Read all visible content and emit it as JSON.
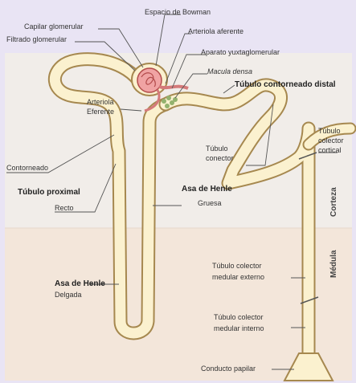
{
  "labels": {
    "capilar_glomerular": "Capilar glomerular",
    "espacio_bowman": "Espacio de Bowman",
    "filtrado_glomerular": "Filtrado glomerular",
    "arteriola_aferente": "Arteriola aferente",
    "aparato_yuxtaglomerular": "Aparato yuxtaglomerular",
    "macula_densa": "Macula densa",
    "tubulo_contorneado_distal": "Túbulo contorneado distal",
    "arteriola_eferente_1": "Arteriola",
    "arteriola_eferente_2": "Eferente",
    "tubulo_conector_1": "Túbulo",
    "tubulo_conector_2": "conector",
    "tubulo_colector_cortical_1": "Túbulo",
    "tubulo_colector_cortical_2": "colector",
    "tubulo_colector_cortical_3": "cortical",
    "contorneado": "Contorneado",
    "tubulo_proximal": "Túbulo proximal",
    "recto": "Recto",
    "asa_henle_gruesa_1": "Asa de Henle",
    "asa_henle_gruesa_2": "Gruesa",
    "corteza": "Corteza",
    "medula": "Médula",
    "colector_medular_externo_1": "Túbulo colector",
    "colector_medular_externo_2": "medular externo",
    "asa_henle_delgada_1": "Asa de Henle",
    "asa_henle_delgada_2": "Delgada",
    "colector_medular_interno_1": "Túbulo colector",
    "colector_medular_interno_2": "medular interno",
    "conducto_papilar": "Conducto papilar"
  },
  "colors": {
    "background": "#e9e4f4",
    "cortex": "#f1ede9",
    "medulla": "#f3e6da",
    "tubule_fill": "#fbf1cf",
    "tubule_stroke": "#a6884f",
    "glomerulus": "#f0a3a3",
    "macula": "#93b26e"
  }
}
